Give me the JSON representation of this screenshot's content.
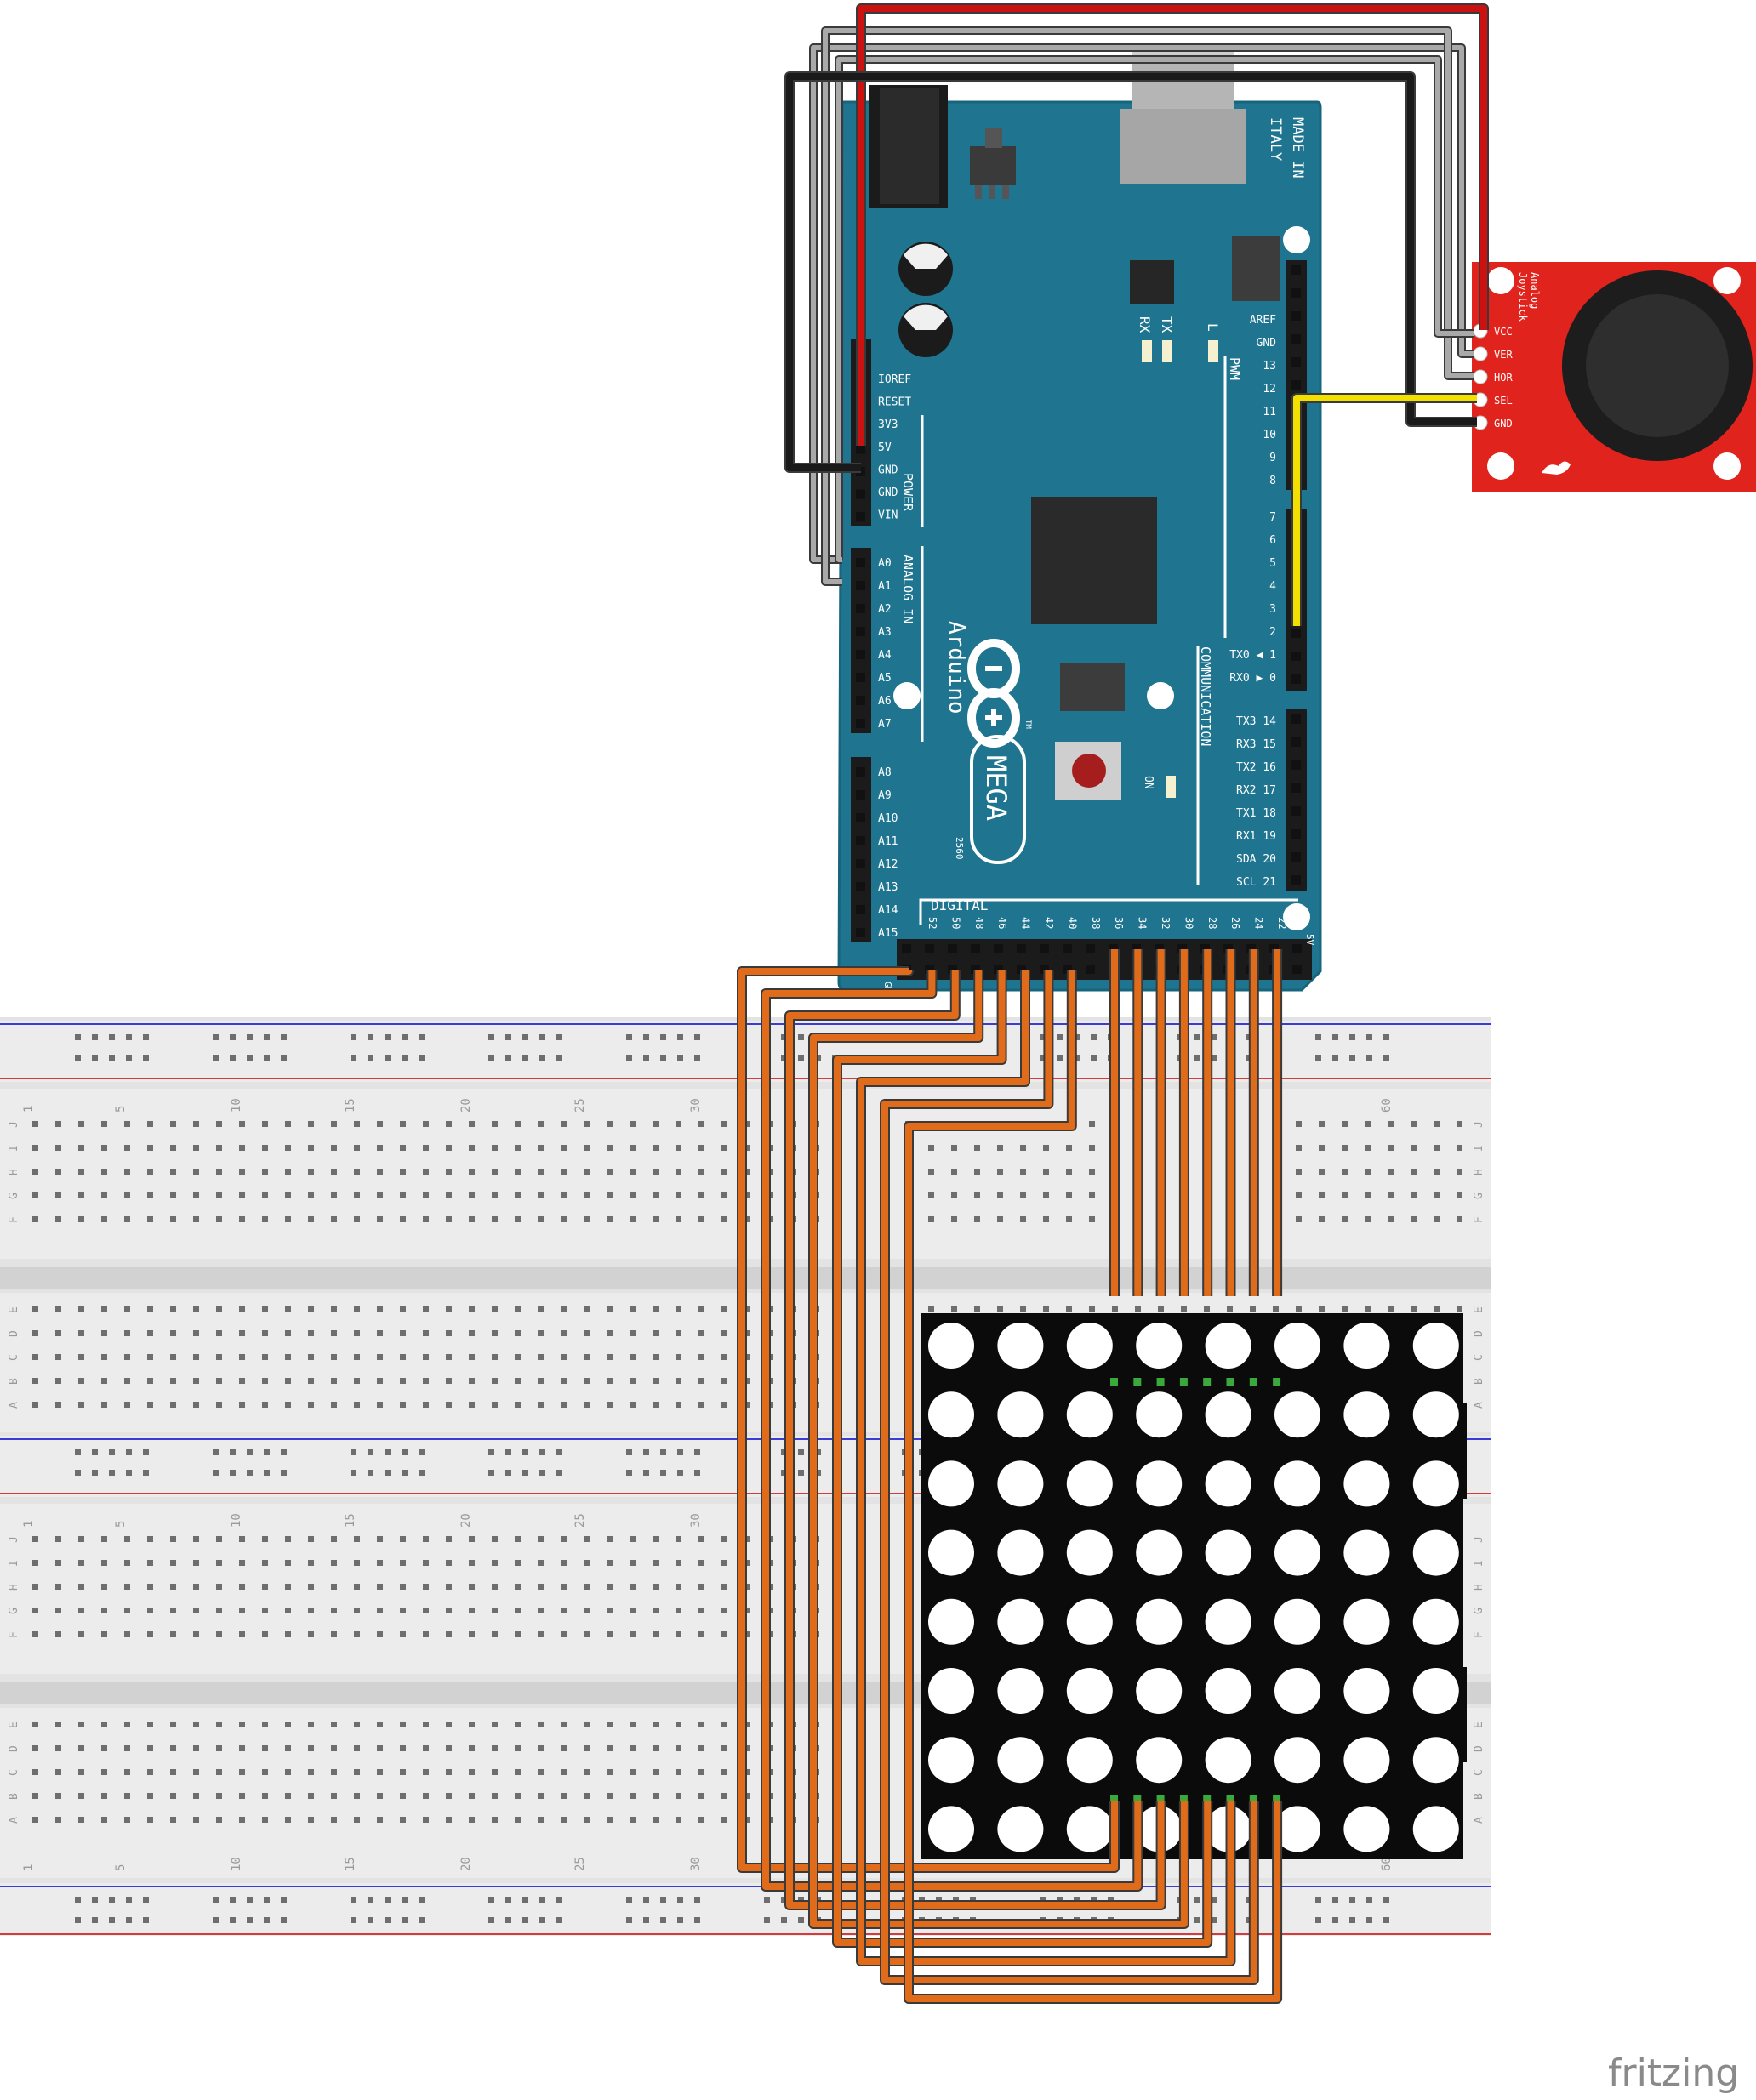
{
  "arduino": {
    "made_in": [
      "MADE IN",
      "ITALY"
    ],
    "brand": "Arduino",
    "model": "MEGA",
    "chip": "2560",
    "tm": "TM",
    "rx": "RX",
    "tx": "TX",
    "l": "L",
    "on": "ON",
    "pwm": "PWM",
    "communication": "COMMUNICATION",
    "digital": "DIGITAL",
    "power": "POWER",
    "analog_in": "ANALOG IN",
    "power_pins": [
      "IOREF",
      "RESET",
      "3V3",
      "5V",
      "GND",
      "GND",
      "VIN"
    ],
    "analog_pins_1": [
      "A0",
      "A1",
      "A2",
      "A3",
      "A4",
      "A5",
      "A6",
      "A7"
    ],
    "analog_pins_2": [
      "A8",
      "A9",
      "A10",
      "A11",
      "A12",
      "A13",
      "A14",
      "A15"
    ],
    "pwm_pins": [
      "AREF",
      "GND",
      "13",
      "12",
      "11",
      "10",
      "9",
      "8"
    ],
    "pwm_pins_2": [
      "7",
      "6",
      "5",
      "4",
      "3",
      "2",
      "TX0 ◀ 1",
      "RX0 ▶ 0"
    ],
    "comm_pins": [
      "TX3 14",
      "RX3 15",
      "TX2 16",
      "RX2 17",
      "TX1 18",
      "RX1 19",
      "SDA 20",
      "SCL 21"
    ],
    "digital_pins": [
      "52",
      "50",
      "48",
      "46",
      "44",
      "42",
      "40",
      "38",
      "36",
      "34",
      "32",
      "30",
      "28",
      "26",
      "24",
      "22"
    ],
    "header_5v": "5V",
    "header_gnd": "GND"
  },
  "joystick": {
    "title_lines": [
      "Analog",
      "Joystick"
    ],
    "pins": [
      "VCC",
      "VER",
      "HOR",
      "SEL",
      "GND"
    ]
  },
  "breadboard": {
    "col_numbers": [
      "1",
      "5",
      "10",
      "15",
      "20",
      "25",
      "30",
      "60"
    ],
    "row_letters_top": [
      "J",
      "I",
      "H",
      "G",
      "F"
    ],
    "row_letters_bottom": [
      "E",
      "D",
      "C",
      "B",
      "A"
    ]
  },
  "logo": "fritzing",
  "colors": {
    "board_blue": "#1f7590",
    "joystick_red": "#e0231c",
    "wire_orange": "#e06b1a",
    "wire_red": "#cc1111",
    "wire_yellow": "#f4e000",
    "wire_black": "#1a1a1a",
    "wire_gray": "#a9a9a9"
  }
}
